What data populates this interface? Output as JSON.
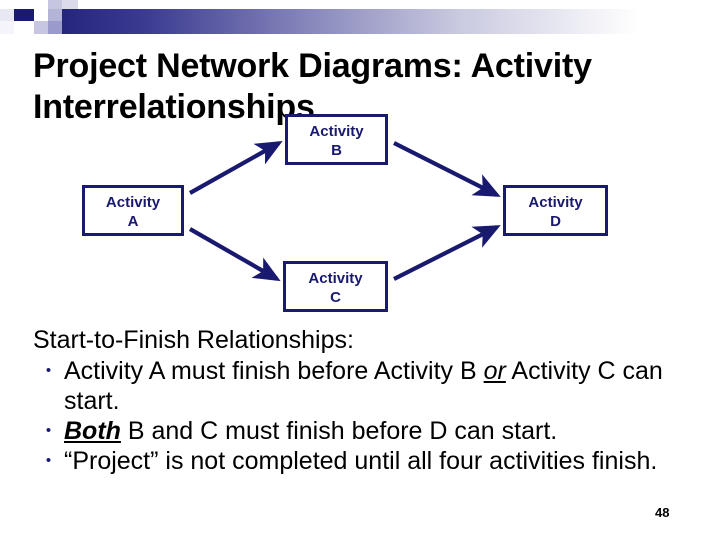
{
  "slide": {
    "title": "Project Network Diagrams: Activity Interrelationships",
    "page_number": "48",
    "accent_color": "#191970",
    "header_gradient_from": "#25257e",
    "header_gradient_to": "#ffffff"
  },
  "diagram": {
    "type": "network-diagram",
    "nodes": [
      {
        "id": "a",
        "label_line1": "Activity",
        "label_line2": "A"
      },
      {
        "id": "b",
        "label_line1": "Activity",
        "label_line2": "B"
      },
      {
        "id": "c",
        "label_line1": "Activity",
        "label_line2": "C"
      },
      {
        "id": "d",
        "label_line1": "Activity",
        "label_line2": "D"
      }
    ],
    "edges": [
      {
        "from": "A",
        "to": "B"
      },
      {
        "from": "A",
        "to": "C"
      },
      {
        "from": "B",
        "to": "D"
      },
      {
        "from": "C",
        "to": "D"
      }
    ]
  },
  "body": {
    "heading": "Start-to-Finish Relationships:",
    "bullets": [
      {
        "marker": "•",
        "part1": "Activity A must finish before Activity B ",
        "emphasis": "or",
        "part2": " Activity C can start."
      },
      {
        "marker": "•",
        "emphasis": "Both",
        "part2": " B and C must finish before D can start."
      },
      {
        "marker": "•",
        "part1": "“Project” is not completed until all four activities finish."
      }
    ]
  }
}
